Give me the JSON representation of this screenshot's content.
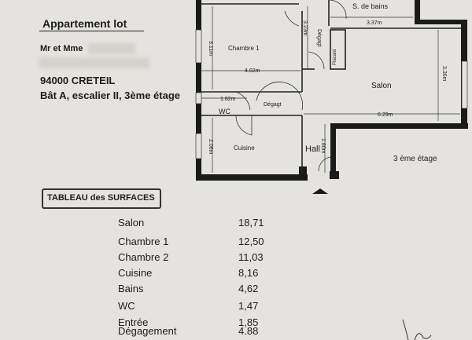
{
  "header": {
    "title": "Appartement lot",
    "owner_label": "Mr et Mme",
    "city": "94000 CRETEIL",
    "building": "Bât A, escalier II, 3ème étage"
  },
  "plan": {
    "rooms": {
      "chambre1": "Chambre 1",
      "salon": "Salon",
      "wc": "WC",
      "cuisine": "Cuisine",
      "hall": "Hall",
      "degagt1": "Dégagt",
      "degagt2": "Dégagt",
      "placard": "Placard",
      "bains": "S. de bains"
    },
    "dimensions": {
      "d337": "3.37m",
      "d323": "3.23m",
      "d311": "3.11m",
      "d402": "4.02m",
      "d336": "3.36m",
      "d182": "1.82m",
      "d629": "6.29m",
      "d206": "2.06m",
      "d180": "1.80m"
    },
    "floor_label": "3 ème étage",
    "north_icon": "triangle-up"
  },
  "table": {
    "title": "TABLEAU  des SURFACES",
    "rows": [
      {
        "name": "Salon",
        "value": "18,71"
      },
      {
        "name": "Chambre 1",
        "value": "12,50"
      },
      {
        "name": "Chambre 2",
        "value": "11,03"
      },
      {
        "name": "Cuisine",
        "value": "8,16"
      },
      {
        "name": "Bains",
        "value": "4,62"
      },
      {
        "name": "WC",
        "value": "1,47"
      },
      {
        "name": "Entrée",
        "value": "1,85"
      },
      {
        "name": "Dégagement",
        "value": "4.88"
      }
    ]
  }
}
